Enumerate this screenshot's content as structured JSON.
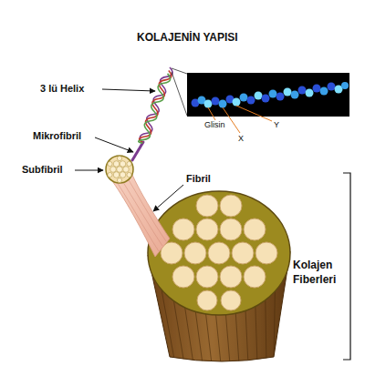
{
  "diagram": {
    "title": "KOLAJENİN YAPISI",
    "labels": [
      "3 lü Helix",
      "Mikrofibril",
      "Subfibril",
      "Fibril",
      "Glisin",
      "X",
      "Y",
      "Kolajen Fiberleri"
    ]
  }
}
